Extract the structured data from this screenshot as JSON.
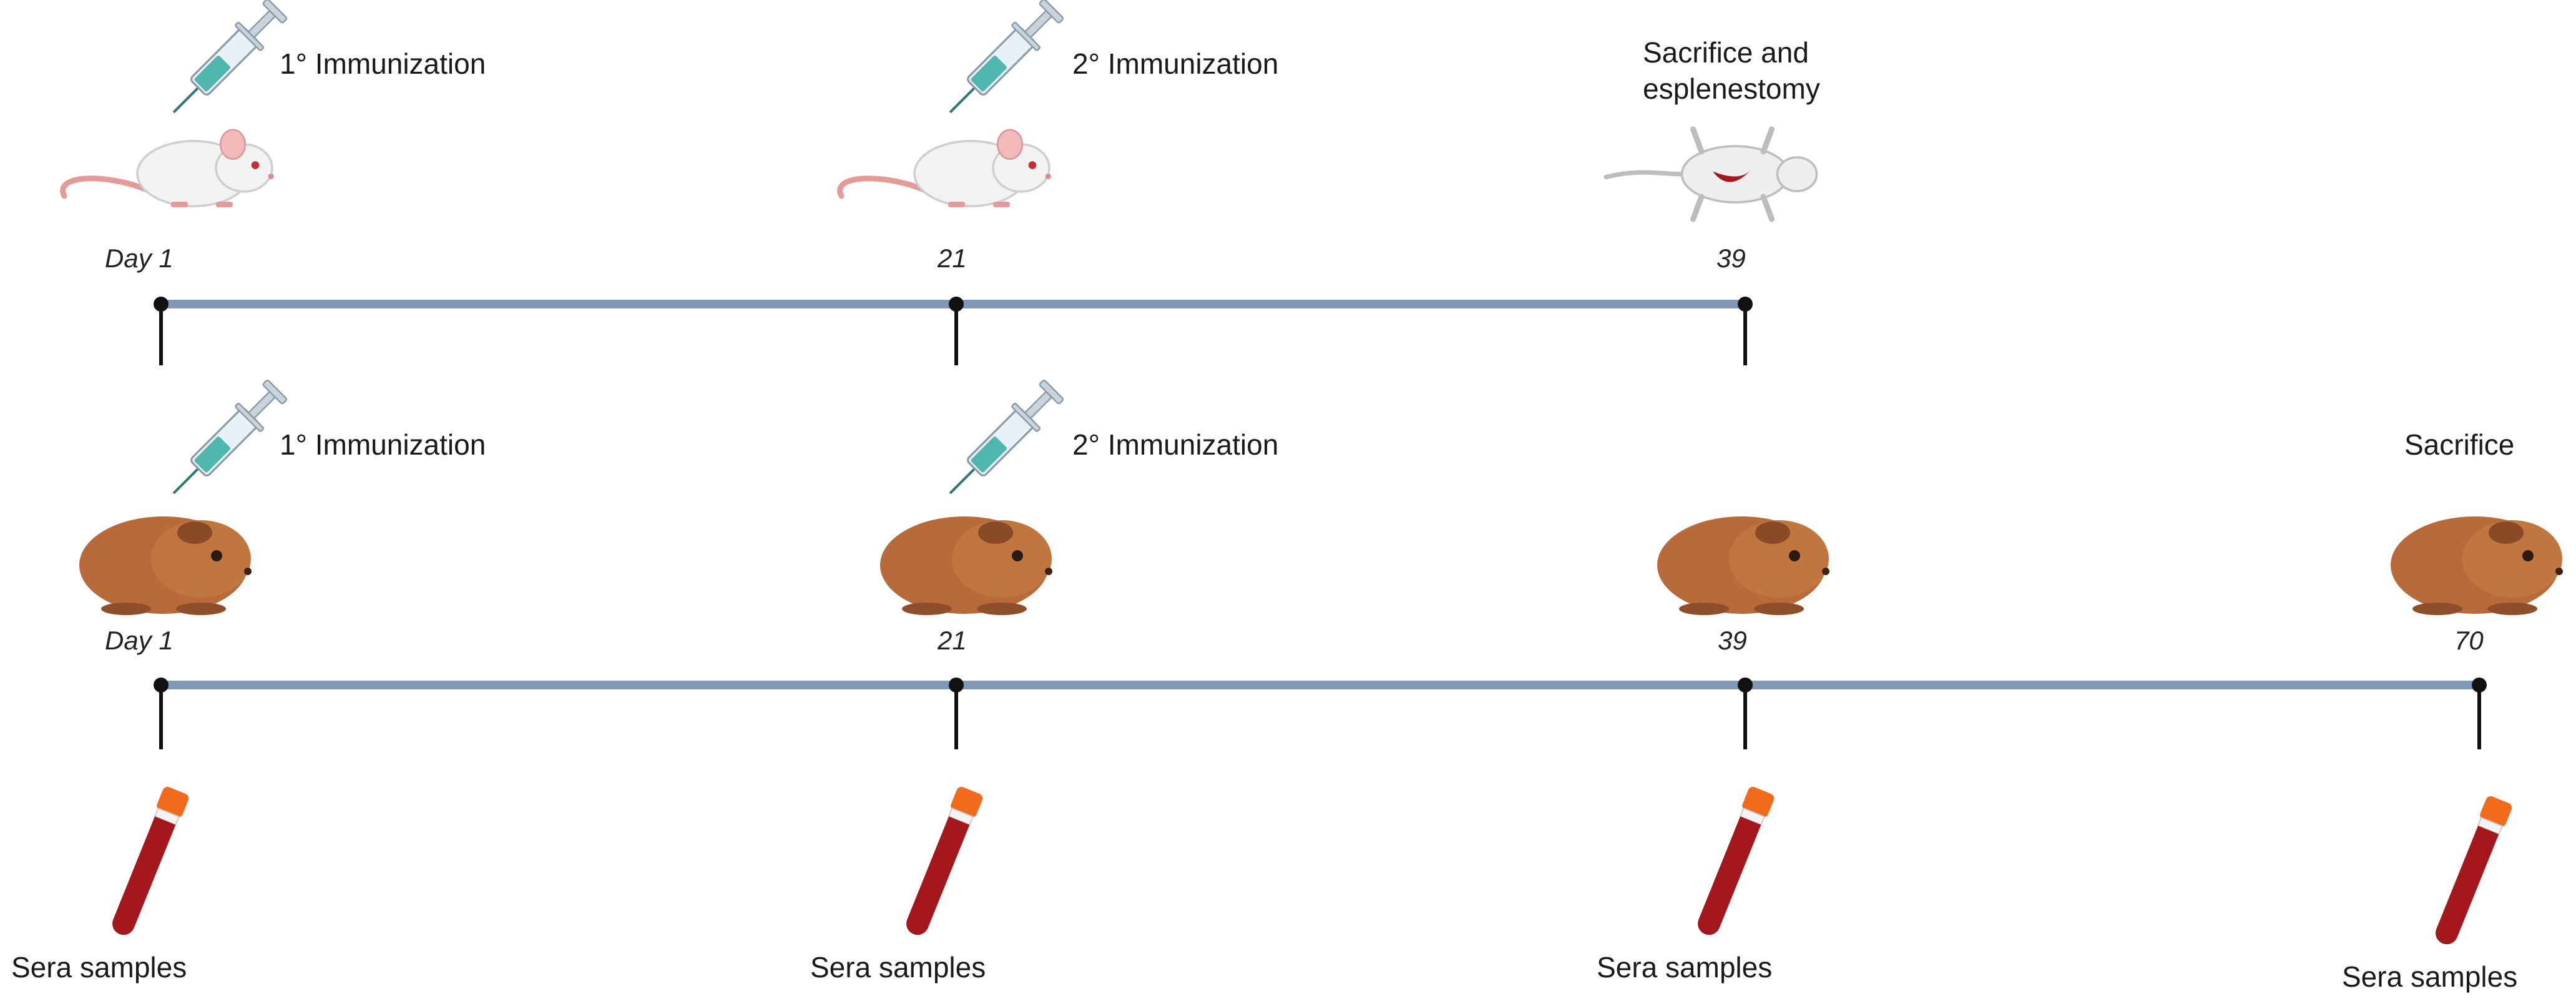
{
  "colors": {
    "timeline": "#8097b8",
    "mouse_body": "#f2f2f2",
    "mouse_tail": "#e59a9a",
    "guinea_pig": "#b86a3a",
    "blood": "#a3171d",
    "tube_cap": "#f26b1d",
    "syringe_liquid": "#4fb6b0"
  },
  "mouse_study": {
    "events": [
      {
        "day": "Day 1",
        "label": "1° Immunization",
        "icon": "syringe-icon",
        "animal": "mouse-icon"
      },
      {
        "day": "21",
        "label": "2° Immunization",
        "icon": "syringe-icon",
        "animal": "mouse-icon"
      },
      {
        "day": "39",
        "label_lines": [
          "Sacrifice and",
          "esplenestomy"
        ],
        "animal": "dissected-mouse-icon"
      }
    ]
  },
  "guinea_pig_study": {
    "events": [
      {
        "day": "Day 1",
        "label": "1° Immunization",
        "icon": "syringe-icon",
        "animal": "guinea-pig-icon",
        "sample": "Sera samples"
      },
      {
        "day": "21",
        "label": "2° Immunization",
        "icon": "syringe-icon",
        "animal": "guinea-pig-icon",
        "sample": "Sera samples"
      },
      {
        "day": "39",
        "animal": "guinea-pig-icon",
        "sample": "Sera samples"
      },
      {
        "day": "70",
        "label": "Sacrifice",
        "animal": "guinea-pig-icon",
        "sample": "Sera samples"
      }
    ]
  }
}
